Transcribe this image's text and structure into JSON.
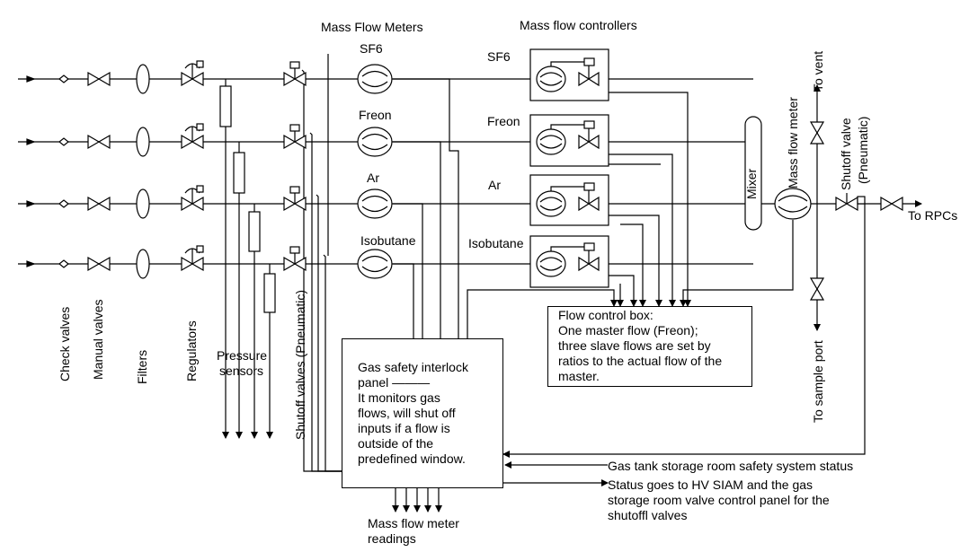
{
  "headings": {
    "meters": "Mass Flow Meters",
    "controllers": "Mass flow controllers"
  },
  "gases": {
    "meters": [
      "SF6",
      "Freon",
      "Ar",
      "Isobutane"
    ],
    "controllers": [
      "SF6",
      "Freon",
      "Ar",
      "Isobutane"
    ]
  },
  "bottom_labels": {
    "check_valves": "Check valves",
    "manual_valves": "Manual valves",
    "filters": "Filters",
    "regulators": "Regulators",
    "pressure_sensors": [
      "Pressure",
      "sensors"
    ],
    "shutoff_valves": "Shutoff valves (Pneumatic)"
  },
  "right_labels": {
    "mixer": "Mixer",
    "mass_flow_meter": "Mass flow meter",
    "to_vent": "To vent",
    "shutoff_valve_line1": "Shutoff valve",
    "shutoff_valve_line2": "(Pneumatic)",
    "to_rpcs": "To RPCs",
    "to_sample_port": "To sample port"
  },
  "flow_control_box": {
    "lines": [
      "Flow control box:",
      "One master flow (Freon);",
      "three slave flows are set by",
      "ratios to the actual flow of the",
      "master."
    ]
  },
  "interlock_panel": {
    "lines": [
      "Gas safety interlock",
      "panel  ———",
      "It monitors gas",
      "flows, will shut off",
      "inputs if a flow is",
      "outside of the",
      "predefined window."
    ]
  },
  "status_labels": {
    "storage_status": "Gas tank storage room safety system status",
    "hv_status": [
      "Status goes to HV SIAM and the gas",
      "storage room valve control panel for the",
      "shutoffl valves"
    ],
    "mfm_readings": [
      "Mass flow meter",
      "readings"
    ]
  }
}
